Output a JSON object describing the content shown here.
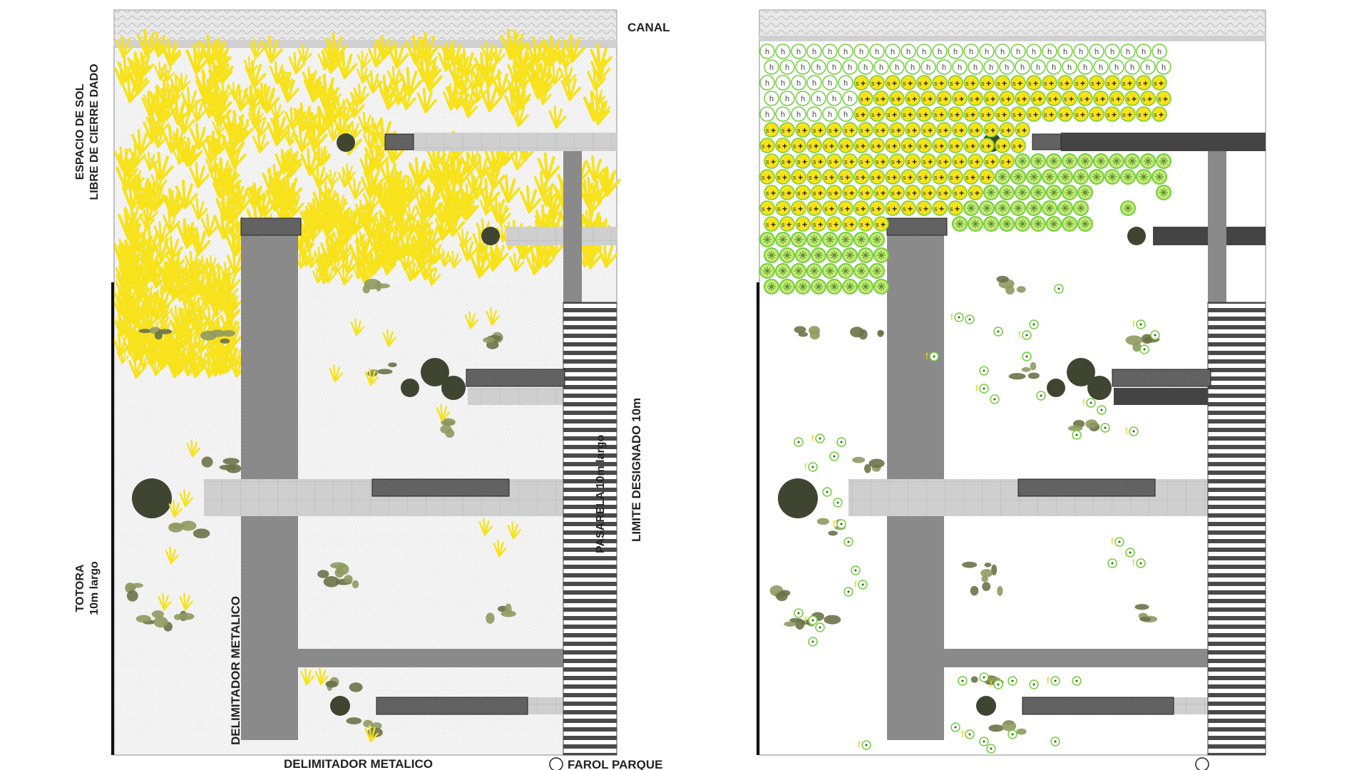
{
  "labels": {
    "canal": "CANAL",
    "espacio_line1": "ESPACIO DE SOL",
    "espacio_line2": "LIBRE DE CIERRE DADO",
    "totora_line1": "TOTORA",
    "totora_line2": "10m largo",
    "delimitador_vertical": "DELIMITADOR METALICO",
    "delimitador_bottom": "DELIMITADOR METALICO",
    "pasarela": "PASARELA 10m largo",
    "limite": "LIMITE DESIGNADO 10m",
    "farol": "FAROL PARQUE"
  },
  "symbols": {
    "cross_circle": "+",
    "s_circle": "s",
    "h_circle": "h",
    "f_mark": "f"
  },
  "colors": {
    "reed_yellow": "#f7e21c",
    "walkway_dark": "#8a8a8a",
    "walkway_light": "#c9c9c9",
    "bench": "#5a5a5a",
    "stone": "#8f9a60",
    "tree_dark": "#3f4530",
    "green_ring": "#6fcf3a",
    "gravel": "#f2f2f2"
  }
}
